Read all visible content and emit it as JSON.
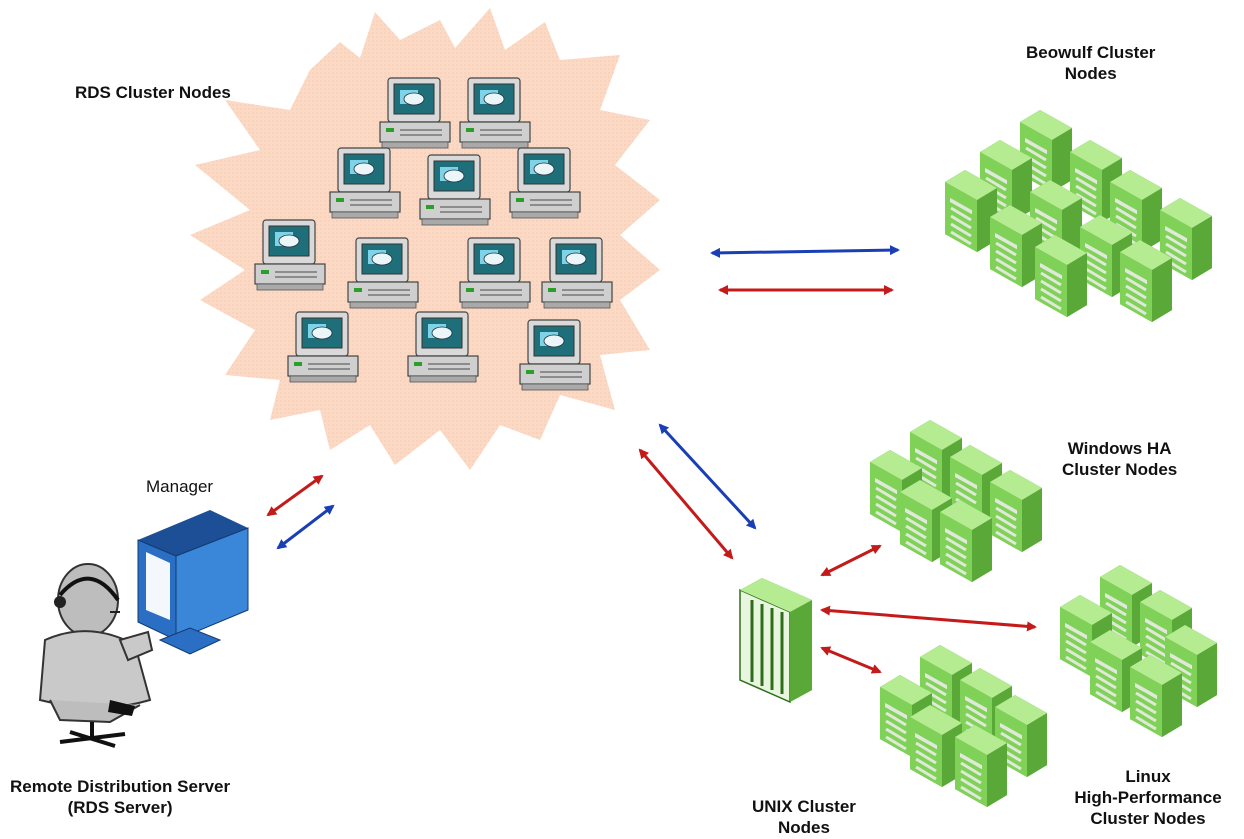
{
  "labels": {
    "rds_cluster": "RDS Cluster Nodes",
    "beowulf_line1": "Beowulf Cluster",
    "beowulf_line2": "Nodes",
    "windows_line1": "Windows HA",
    "windows_line2": "Cluster Nodes",
    "manager": "Manager",
    "rds_server_line1": "Remote Distribution Server",
    "rds_server_line2": "(RDS Server)",
    "unix_line1": "UNIX Cluster",
    "unix_line2": "Nodes",
    "linux_line1": "Linux",
    "linux_line2": "High-Performance",
    "linux_line3": "Cluster Nodes"
  },
  "colors": {
    "cloud_fill": "#fbd9c4",
    "arrow_blue": "#1a3fb5",
    "arrow_red": "#c41a1a",
    "server_green": "#6fc24a",
    "monitor_blue": "#2a6fc4",
    "pc_gray": "#c8c8c8"
  },
  "icons": {
    "rds_nodes": "desktop-computer-icon",
    "cluster_nodes": "server-rack-icon",
    "unix_node": "server-tower-icon",
    "manager_monitor": "monitor-icon",
    "operator": "person-with-headset-icon"
  }
}
